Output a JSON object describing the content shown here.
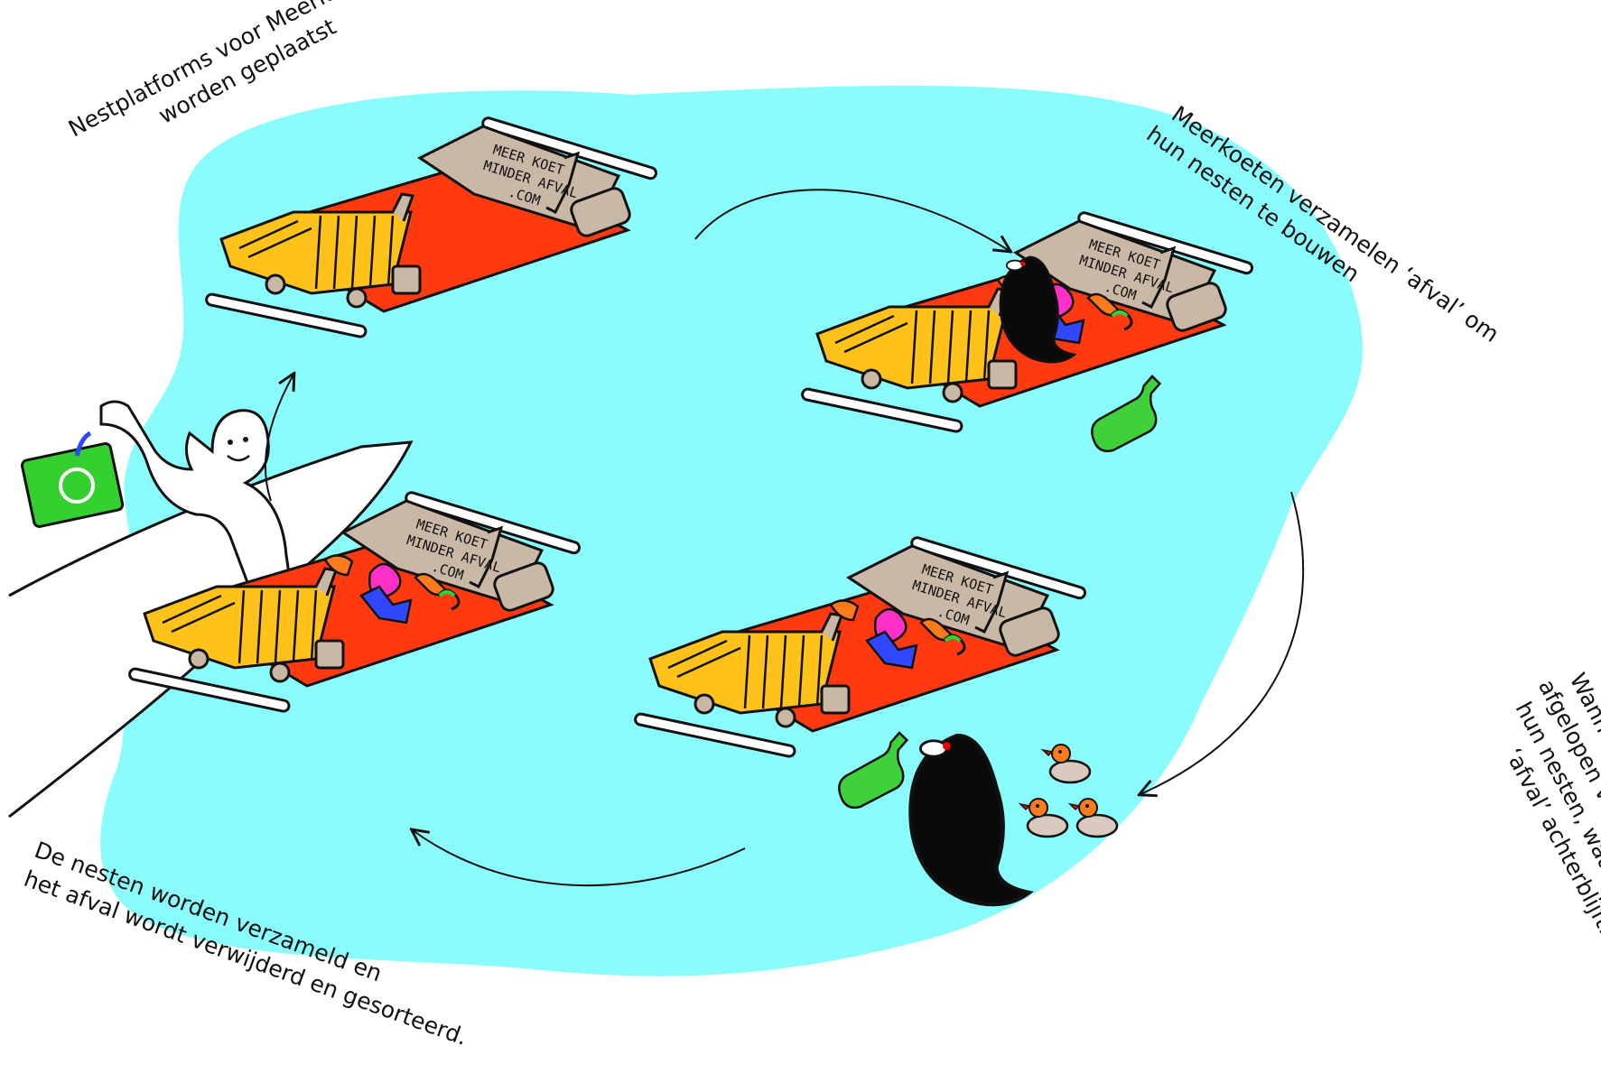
{
  "captions": {
    "step1": [
      "Nestplatforms voor Meerkoeten",
      "worden geplaatst"
    ],
    "step2": [
      "Meerkoeten verzamelen ‘afval’ om",
      "hun nesten te bouwen"
    ],
    "step3": [
      "Wanneer het broedseizoen is",
      "afgelopen verlaten de meerkoeten",
      "hun nesten, waarna een hoopje",
      "‘afval’ achterblijft."
    ],
    "step4": [
      "De nesten worden verzameld en",
      "het afval wordt verwijderd en gesorteerd."
    ]
  },
  "sign_text": [
    "MEER KOET",
    "MINDER AFVAL",
    ".COM"
  ],
  "colors": {
    "water": "#8afcfc",
    "platform_mat": "#ff3a10",
    "cart_yellow": "#ffc21a",
    "crate_gray": "#c9b8a6",
    "recycle_bag": "#34d02f",
    "bottle": "#3fd13a"
  },
  "icons": [
    "recycle-bag-icon",
    "boat-icon",
    "person-icon",
    "coot-bird-icon",
    "chick-icon",
    "bottle-icon",
    "cycle-arrow-icon"
  ]
}
